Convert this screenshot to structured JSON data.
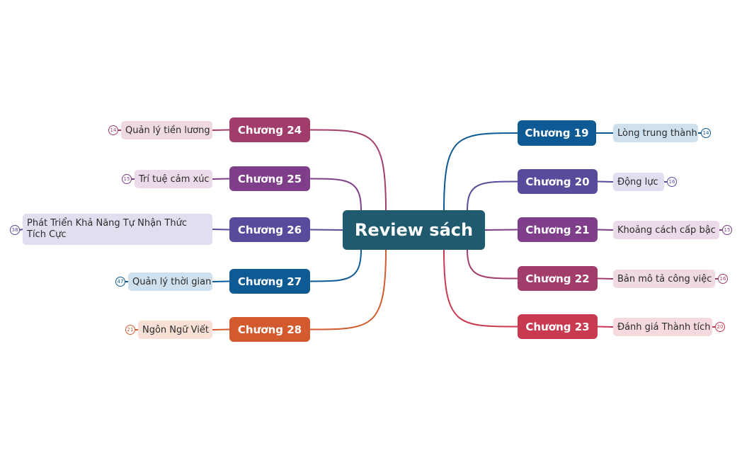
{
  "central": {
    "label": "Review sách",
    "color": "#1f5a6e"
  },
  "right": [
    {
      "chapter": "Chương 19",
      "topic": "Lòng trung thành",
      "count": "14",
      "color": "#0e5a94",
      "light": "#cfe0ee"
    },
    {
      "chapter": "Chương 20",
      "topic": "Động lực",
      "count": "16",
      "color": "#5a4a9c",
      "light": "#e2def0"
    },
    {
      "chapter": "Chương 21",
      "topic": "Khoảng cách cấp bậc",
      "count": "15",
      "color": "#7e3e8a",
      "light": "#ebdbe9"
    },
    {
      "chapter": "Chương 22",
      "topic": "Bản mô tả công việc",
      "count": "16",
      "color": "#a23c6a",
      "light": "#efd9e3"
    },
    {
      "chapter": "Chương 23",
      "topic": "Đánh giá Thành tích",
      "count": "20",
      "color": "#c9394f",
      "light": "#f5d9dd"
    }
  ],
  "left": [
    {
      "chapter": "Chương 24",
      "topic": "Quản lý tiền lương",
      "count": "14",
      "color": "#a23c6a",
      "light": "#efd9e3"
    },
    {
      "chapter": "Chương 25",
      "topic": "Trí tuệ cảm xúc",
      "count": "15",
      "color": "#7e3e8a",
      "light": "#ebdbe9"
    },
    {
      "chapter": "Chương 26",
      "topic": "Phát Triển Khả Năng Tự Nhận Thức Tích Cực",
      "count": "38",
      "color": "#5a4a9c",
      "light": "#e2def0"
    },
    {
      "chapter": "Chương 27",
      "topic": "Quản lý thời gian",
      "count": "47",
      "color": "#0e5a94",
      "light": "#cfe0ee"
    },
    {
      "chapter": "Chương 28",
      "topic": "Ngôn Ngữ Viết",
      "count": "21",
      "color": "#d35a2f",
      "light": "#f8e0d6"
    }
  ]
}
